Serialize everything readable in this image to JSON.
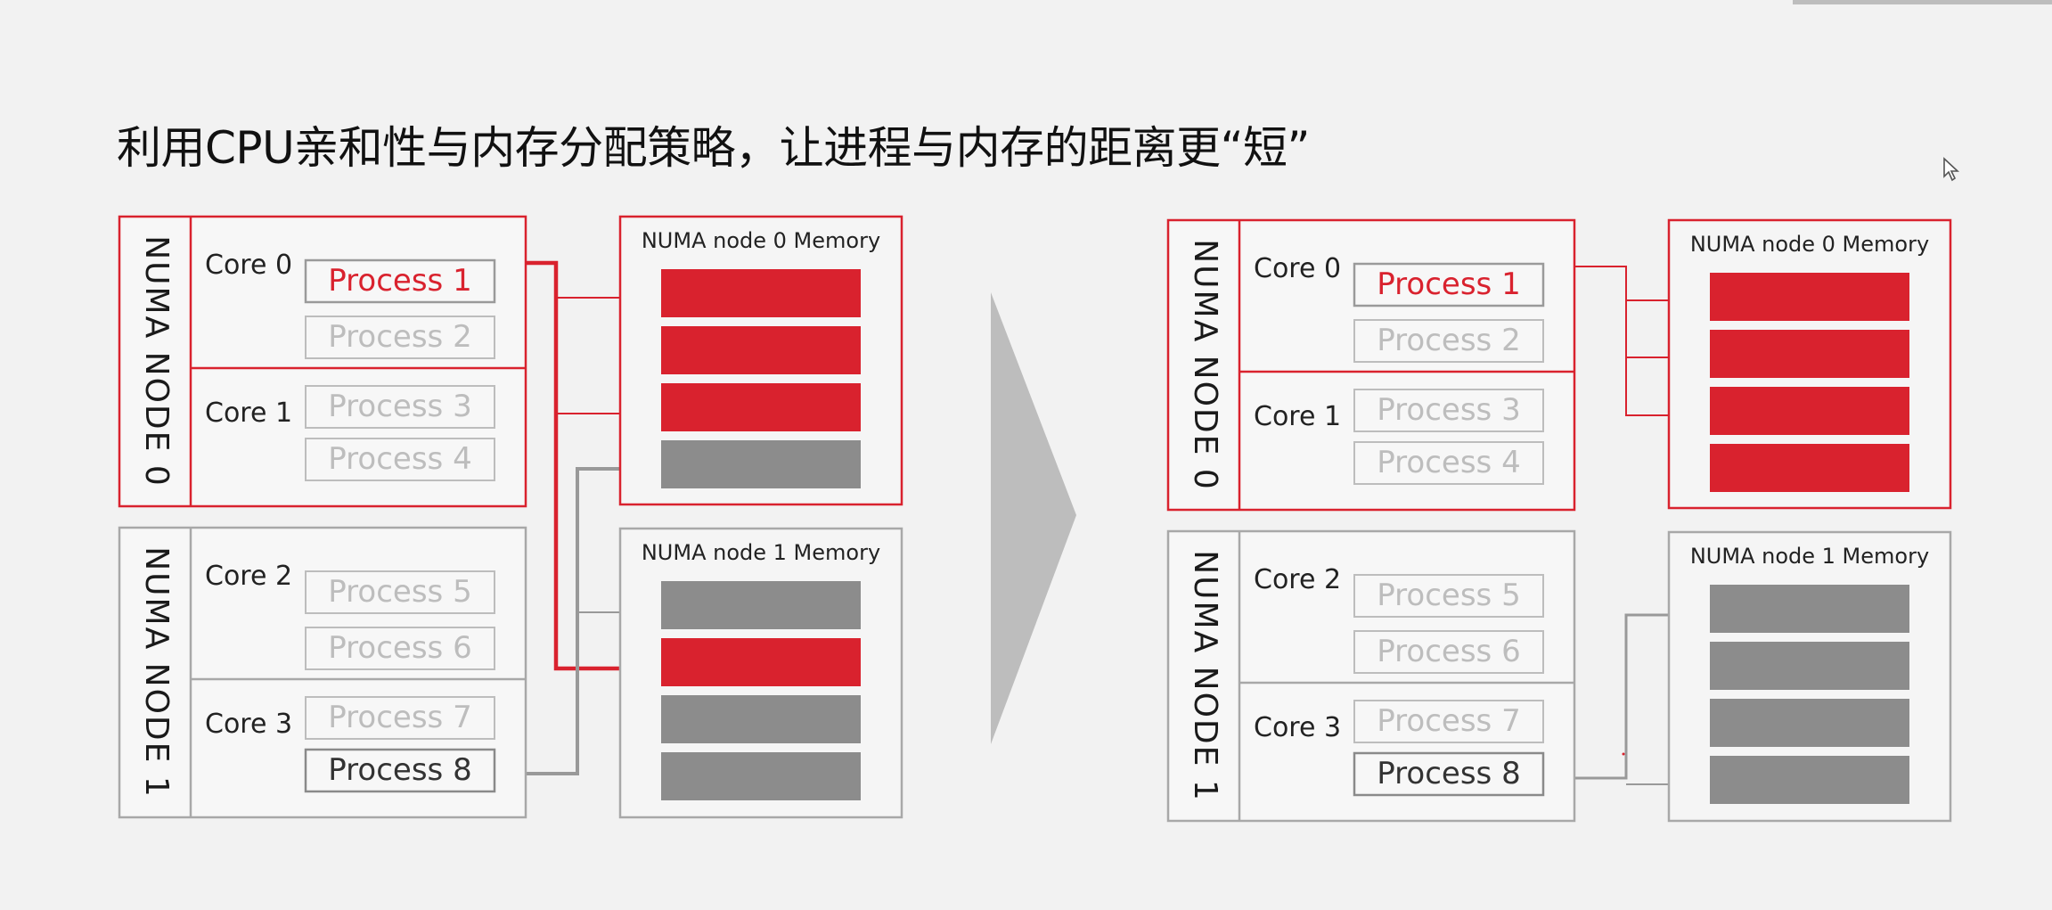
{
  "title": "利用CPU亲和性与内存分配策略，让进程与内存的距离更“短”",
  "colors": {
    "active_red": "#d9222e",
    "inactive_gray": "#8c8c8c",
    "inactive_text": "#bdbdbd",
    "box_gray": "#a8a8a8",
    "arrow_gray": "#bdbdbd",
    "background": "#f2f2f2"
  },
  "icons": {
    "pointer": "mouse-pointer-icon",
    "arrow": "right-chevron-arrow"
  },
  "diagrams": [
    {
      "id": "before",
      "nodes": [
        {
          "label": "NUMA NODE 0",
          "active": true,
          "cores": [
            {
              "label": "Core 0",
              "processes": [
                {
                  "label": "Process 1",
                  "state": "active"
                },
                {
                  "label": "Process 2",
                  "state": "inactive"
                }
              ]
            },
            {
              "label": "Core 1",
              "processes": [
                {
                  "label": "Process 3",
                  "state": "inactive"
                },
                {
                  "label": "Process 4",
                  "state": "inactive"
                }
              ]
            }
          ]
        },
        {
          "label": "NUMA NODE 1",
          "active": false,
          "cores": [
            {
              "label": "Core 2",
              "processes": [
                {
                  "label": "Process 5",
                  "state": "inactive"
                },
                {
                  "label": "Process 6",
                  "state": "inactive"
                }
              ]
            },
            {
              "label": "Core 3",
              "processes": [
                {
                  "label": "Process 7",
                  "state": "inactive"
                },
                {
                  "label": "Process 8",
                  "state": "selected"
                }
              ]
            }
          ]
        }
      ],
      "memories": [
        {
          "label": "NUMA node 0 Memory",
          "active": true,
          "blocks": [
            "red",
            "red",
            "red",
            "gray"
          ]
        },
        {
          "label": "NUMA node 1 Memory",
          "active": false,
          "blocks": [
            "gray",
            "red",
            "gray",
            "gray"
          ]
        }
      ]
    },
    {
      "id": "after",
      "nodes": [
        {
          "label": "NUMA NODE 0",
          "active": true,
          "cores": [
            {
              "label": "Core 0",
              "processes": [
                {
                  "label": "Process 1",
                  "state": "active"
                },
                {
                  "label": "Process 2",
                  "state": "inactive"
                }
              ]
            },
            {
              "label": "Core 1",
              "processes": [
                {
                  "label": "Process 3",
                  "state": "inactive"
                },
                {
                  "label": "Process 4",
                  "state": "inactive"
                }
              ]
            }
          ]
        },
        {
          "label": "NUMA NODE 1",
          "active": false,
          "cores": [
            {
              "label": "Core 2",
              "processes": [
                {
                  "label": "Process 5",
                  "state": "inactive"
                },
                {
                  "label": "Process 6",
                  "state": "inactive"
                }
              ]
            },
            {
              "label": "Core 3",
              "processes": [
                {
                  "label": "Process 7",
                  "state": "inactive"
                },
                {
                  "label": "Process 8",
                  "state": "selected"
                }
              ]
            }
          ]
        }
      ],
      "memories": [
        {
          "label": "NUMA node 0 Memory",
          "active": true,
          "blocks": [
            "red",
            "red",
            "red",
            "red"
          ]
        },
        {
          "label": "NUMA node 1 Memory",
          "active": false,
          "blocks": [
            "gray",
            "gray",
            "gray",
            "gray"
          ]
        }
      ]
    }
  ]
}
